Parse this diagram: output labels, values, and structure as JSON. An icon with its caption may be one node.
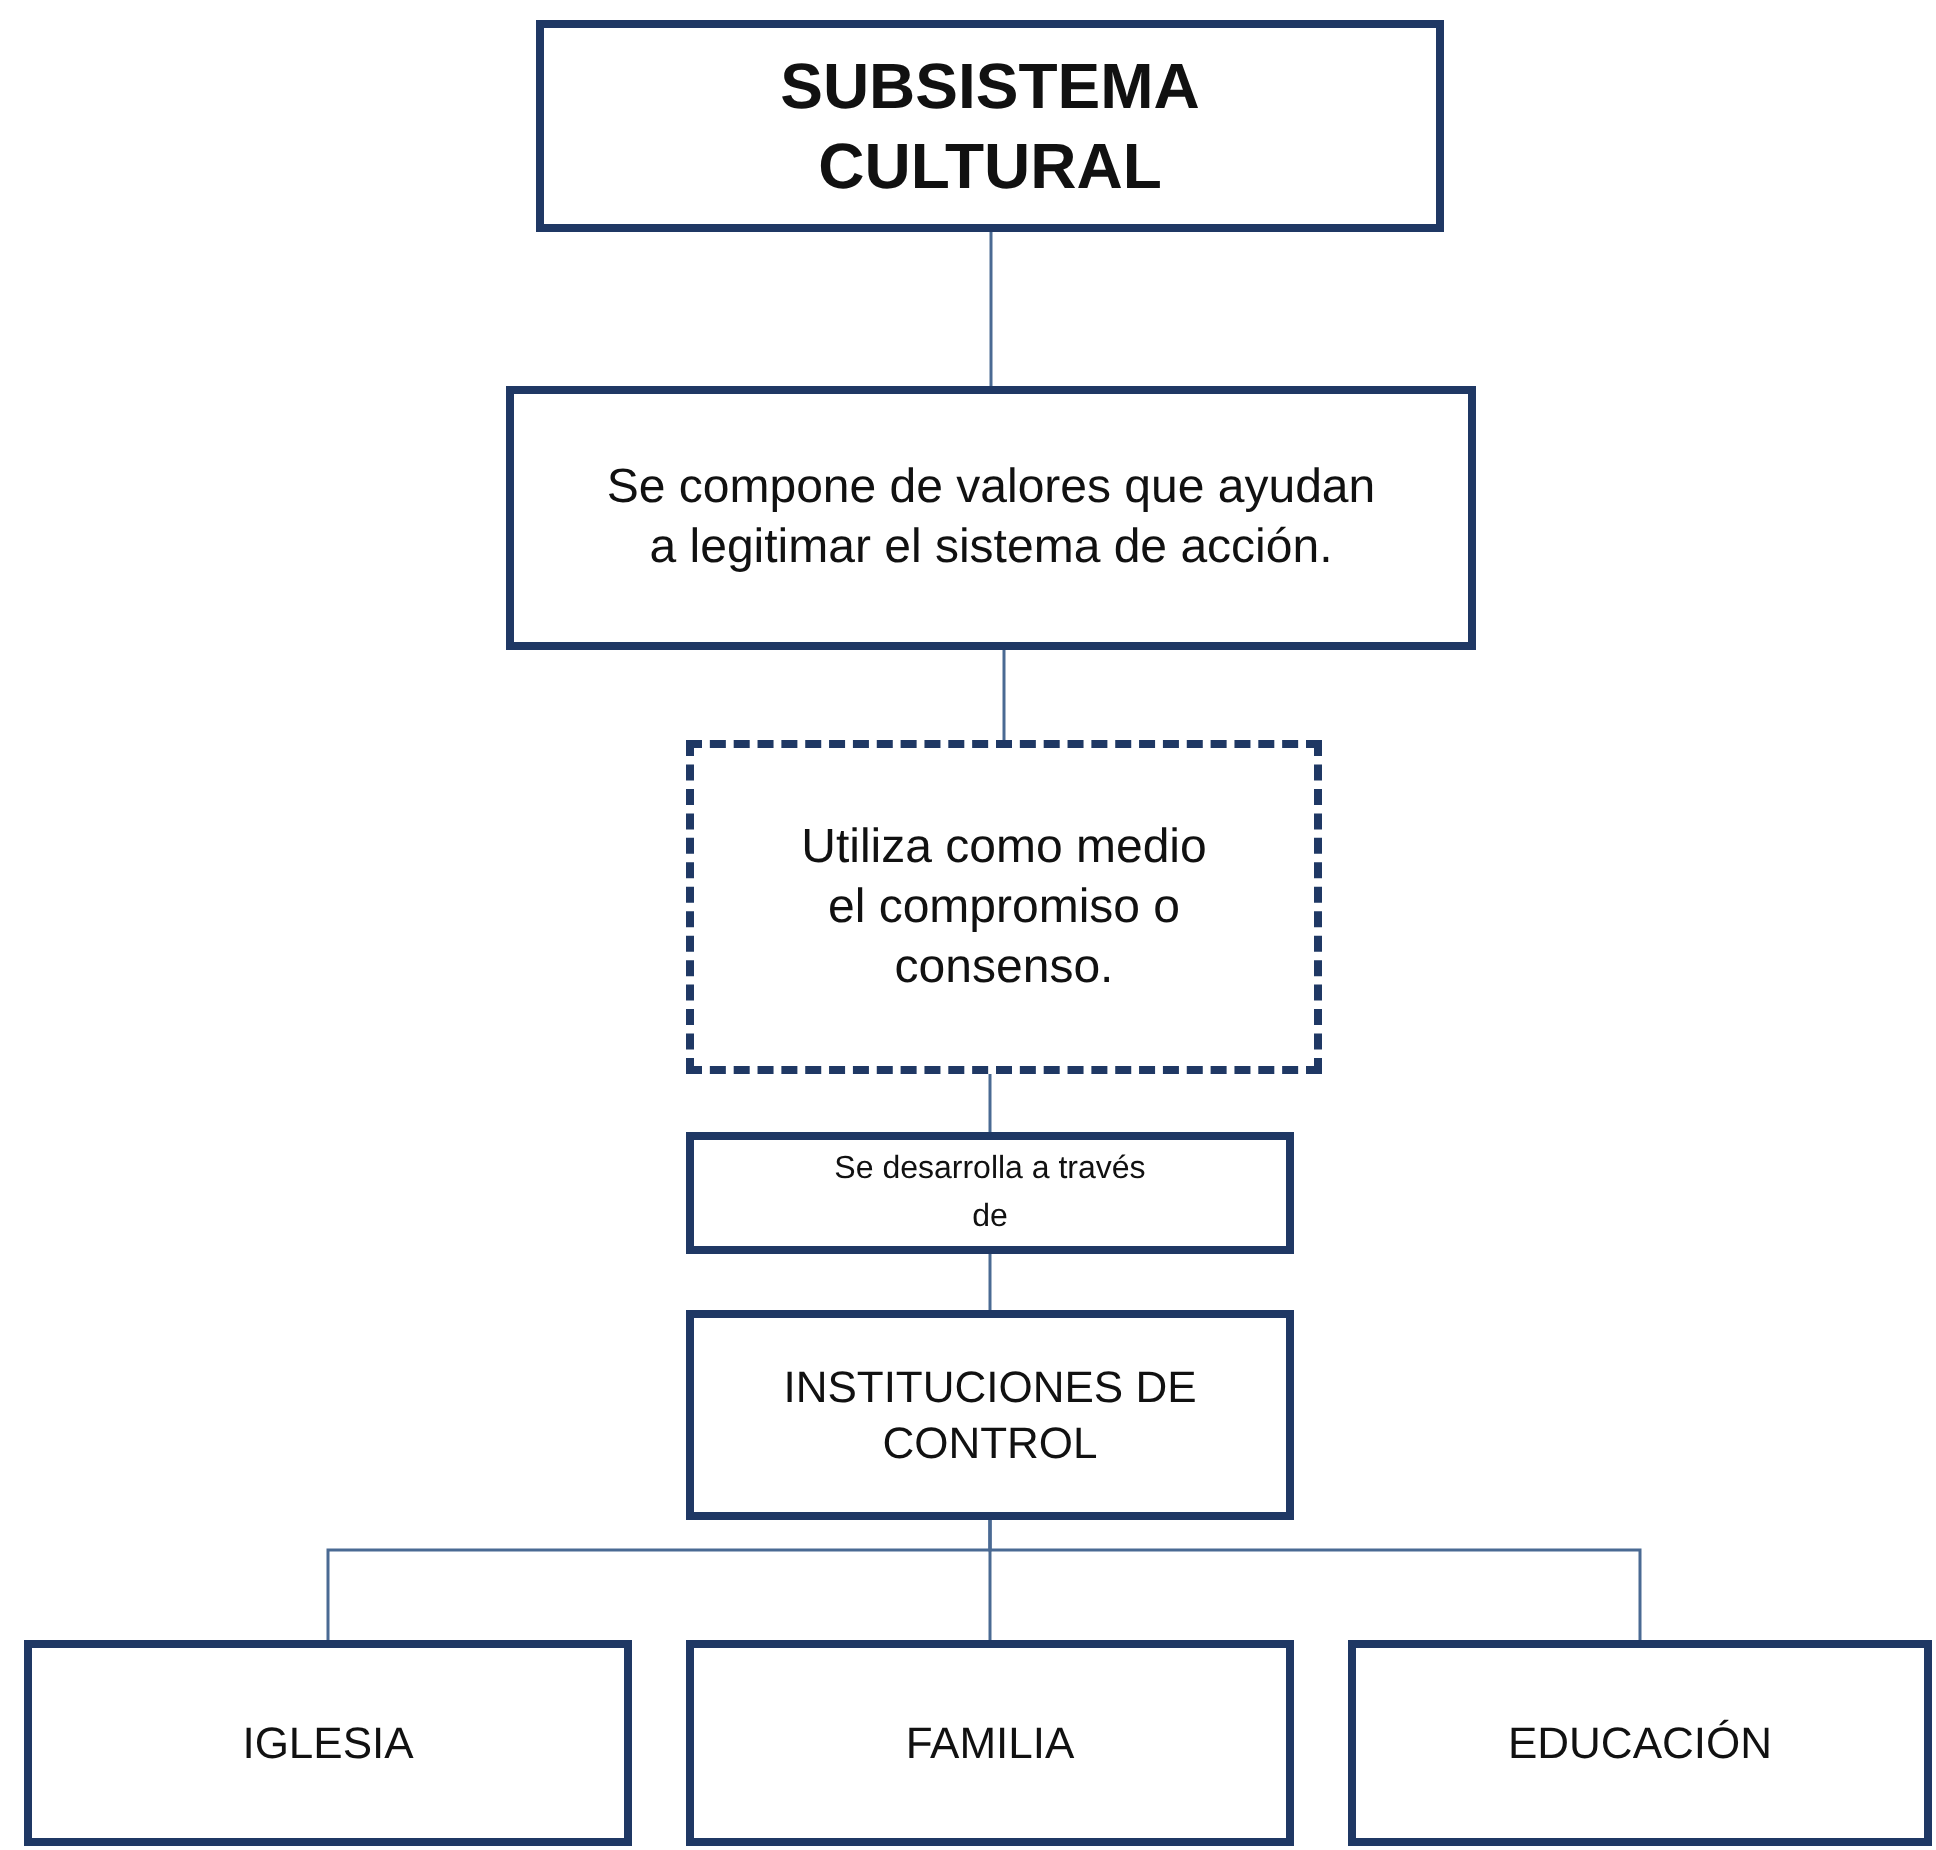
{
  "diagram": {
    "nodes": [
      {
        "text": [
          "SUBSISTEMA CULTURAL"
        ]
      },
      {
        "text": [
          "Se compone de valores que ayudan a legitimar el sistema de acción."
        ]
      },
      {
        "text": [
          "Utiliza como medio el compromiso o consenso."
        ]
      },
      {
        "text": [
          "Se desarrolla a través de"
        ]
      },
      {
        "text": [
          "INSTITUCIONES DE CONTROL"
        ]
      },
      {
        "text": [
          "IGLESIA"
        ]
      },
      {
        "text": [
          "FAMILIA"
        ]
      },
      {
        "text": [
          "EDUCACIÓN"
        ]
      }
    ],
    "edges": [
      {
        "from": 0,
        "to": 1,
        "arrow": "none"
      },
      {
        "from": 1,
        "to": 2,
        "arrow": "none"
      },
      {
        "from": 2,
        "to": 3,
        "arrow": "none"
      },
      {
        "from": 3,
        "to": 4,
        "arrow": "none"
      },
      {
        "from": 4,
        "to": 5,
        "arrow": "none"
      },
      {
        "from": 4,
        "to": 6,
        "arrow": "none"
      },
      {
        "from": 4,
        "to": 7,
        "arrow": "none"
      }
    ]
  }
}
